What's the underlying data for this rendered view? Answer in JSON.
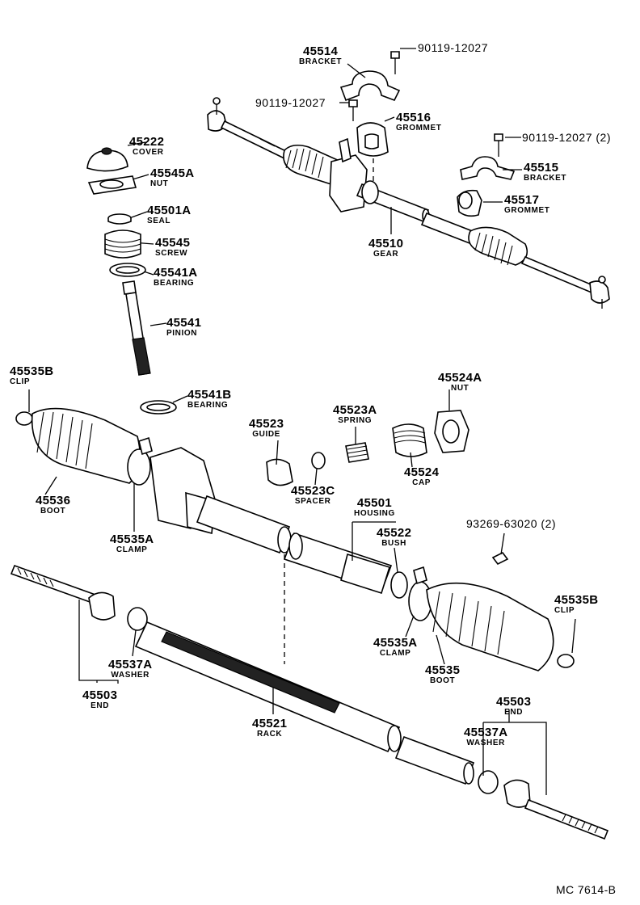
{
  "diagram_ref": "MC 7614-B",
  "parts": {
    "p45514": {
      "num": "45514",
      "name": "BRACKET"
    },
    "p90119a": {
      "num": "90119-12027"
    },
    "p90119b": {
      "num": "90119-12027"
    },
    "p90119c": {
      "num": "90119-12027 (2)"
    },
    "p45516": {
      "num": "45516",
      "name": "GROMMET"
    },
    "p45515": {
      "num": "45515",
      "name": "BRACKET"
    },
    "p45517": {
      "num": "45517",
      "name": "GROMMET"
    },
    "p45510": {
      "num": "45510",
      "name": "GEAR"
    },
    "p45222": {
      "num": "45222",
      "name": "COVER"
    },
    "p45545A": {
      "num": "45545A",
      "name": "NUT"
    },
    "p45501A": {
      "num": "45501A",
      "name": "SEAL"
    },
    "p45545": {
      "num": "45545",
      "name": "SCREW"
    },
    "p45541A": {
      "num": "45541A",
      "name": "BEARING"
    },
    "p45541": {
      "num": "45541",
      "name": "PINION"
    },
    "p45541B": {
      "num": "45541B",
      "name": "BEARING"
    },
    "p45535B_left": {
      "num": "45535B",
      "name": "CLIP"
    },
    "p45536": {
      "num": "45536",
      "name": "BOOT"
    },
    "p45535A_left": {
      "num": "45535A",
      "name": "CLAMP"
    },
    "p45523": {
      "num": "45523",
      "name": "GUIDE"
    },
    "p45523A": {
      "num": "45523A",
      "name": "SPRING"
    },
    "p45523C": {
      "num": "45523C",
      "name": "SPACER"
    },
    "p45524A": {
      "num": "45524A",
      "name": "NUT"
    },
    "p45524": {
      "num": "45524",
      "name": "CAP"
    },
    "p45501": {
      "num": "45501",
      "name": "HOUSING"
    },
    "p45522": {
      "num": "45522",
      "name": "BUSH"
    },
    "p93269": {
      "num": "93269-63020 (2)"
    },
    "p45535B_right": {
      "num": "45535B",
      "name": "CLIP"
    },
    "p45535A_right": {
      "num": "45535A",
      "name": "CLAMP"
    },
    "p45535": {
      "num": "45535",
      "name": "BOOT"
    },
    "p45537A_left": {
      "num": "45537A",
      "name": "WASHER"
    },
    "p45503_left": {
      "num": "45503",
      "name": "END"
    },
    "p45521": {
      "num": "45521",
      "name": "RACK"
    },
    "p45503_right": {
      "num": "45503",
      "name": "END"
    },
    "p45537A_right": {
      "num": "45537A",
      "name": "WASHER"
    }
  }
}
